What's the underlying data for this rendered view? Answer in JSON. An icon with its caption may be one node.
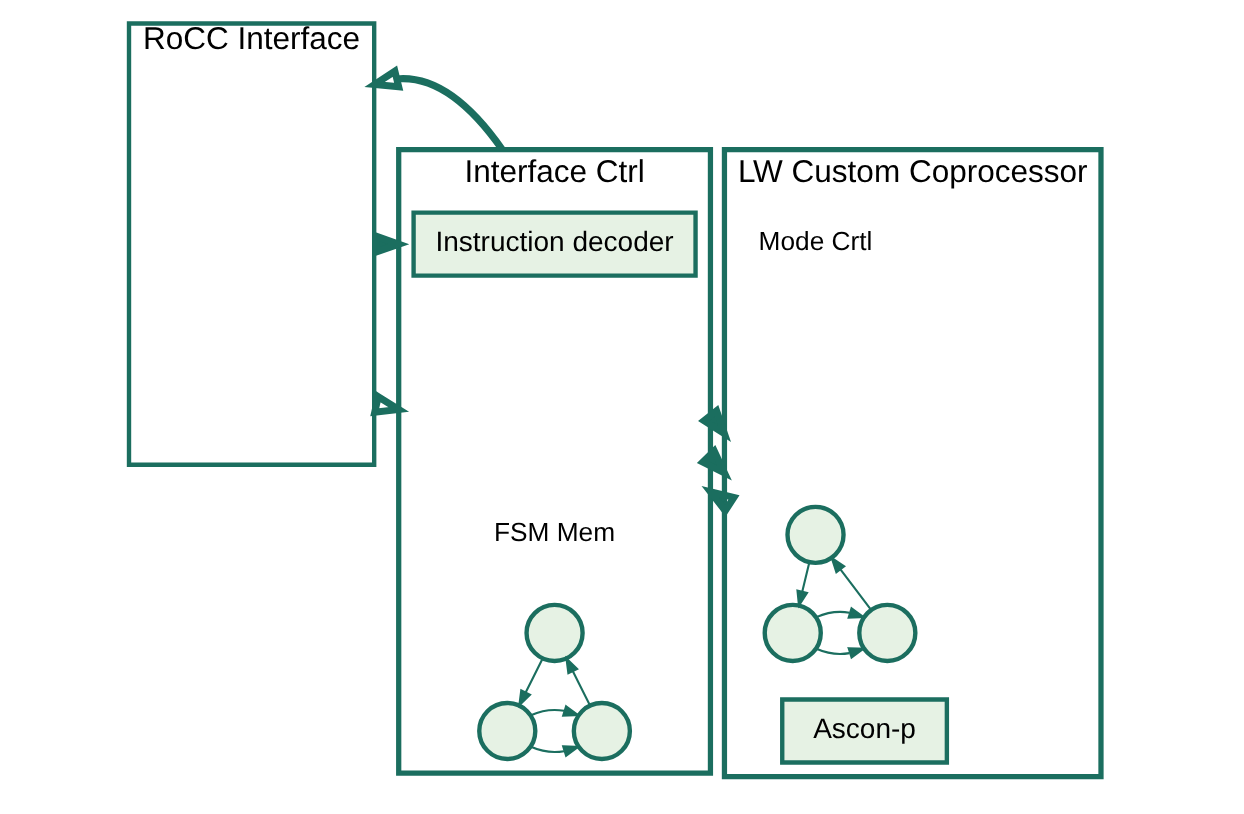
{
  "diagram": {
    "nodes": [
      {
        "text": [
          "RoCC Interface"
        ]
      },
      {
        "text": [
          "Interface Ctrl"
        ]
      },
      {
        "text": [
          "Instruction decoder"
        ],
        "in": 1
      },
      {
        "text": [],
        "shape": "circle",
        "in": 1
      },
      {
        "text": [],
        "shape": "circle",
        "in": 1
      },
      {
        "text": [],
        "shape": "circle",
        "in": 1
      },
      {
        "text": [
          "LW Custom Coprocessor"
        ]
      },
      {
        "text": [],
        "shape": "circle",
        "in": 6
      },
      {
        "text": [],
        "shape": "circle",
        "in": 6
      },
      {
        "text": [],
        "shape": "circle",
        "in": 6
      },
      {
        "text": [
          "Ascon-p"
        ],
        "in": 6
      }
    ],
    "edges": [
      {
        "from": 0,
        "to": 1,
        "arrow": "to",
        "style": "thick"
      },
      {
        "from": 0,
        "to": 1,
        "arrow": "to",
        "style": "thick"
      },
      {
        "from": 1,
        "to": 0,
        "arrow": "to",
        "style": "thick"
      },
      {
        "from": 1,
        "to": 6,
        "arrow": "to",
        "style": "thick"
      },
      {
        "from": 1,
        "to": 6,
        "arrow": "to",
        "style": "thick"
      },
      {
        "from": 6,
        "to": 1,
        "arrow": "to",
        "style": "thick"
      },
      {
        "from": 3,
        "to": 4,
        "arrow": "to"
      },
      {
        "from": 4,
        "to": 5,
        "arrow": "to"
      },
      {
        "from": 4,
        "to": 5,
        "arrow": "to"
      },
      {
        "from": 5,
        "to": 3,
        "arrow": "to"
      },
      {
        "from": 7,
        "to": 8,
        "arrow": "to"
      },
      {
        "from": 8,
        "to": 9,
        "arrow": "to"
      },
      {
        "from": 8,
        "to": 9,
        "arrow": "to"
      },
      {
        "from": 9,
        "to": 7,
        "arrow": "to"
      }
    ],
    "labels": [
      "FSM Mem",
      "Mode Crtl"
    ]
  }
}
